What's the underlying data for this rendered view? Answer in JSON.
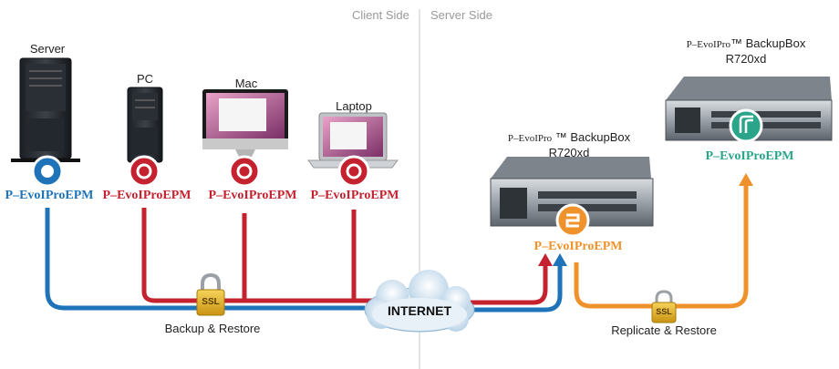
{
  "sides": {
    "client": "Client Side",
    "server": "Server Side"
  },
  "devices": {
    "server": "Server",
    "pc": "PC",
    "mac": "Mac",
    "laptop": "Laptop"
  },
  "brand_name": "P–EvoIProEPM",
  "backup_box_1": {
    "brand": "P–EvoIPro",
    "tm": "™",
    "name": "BackupBox",
    "model": "R720xd"
  },
  "backup_box_2": {
    "brand": "P–EvoIPro",
    "tm": "™",
    "name": "BackupBox",
    "model": "R720xd"
  },
  "ssl_label": "SSL",
  "internet_label": "INTERNET",
  "backup_restore": "Backup & Restore",
  "replicate_restore": "Replicate & Restore",
  "colors": {
    "blue": "#1f73b8",
    "red": "#c4222f",
    "orange": "#f0922b",
    "green": "#2aa58a"
  }
}
